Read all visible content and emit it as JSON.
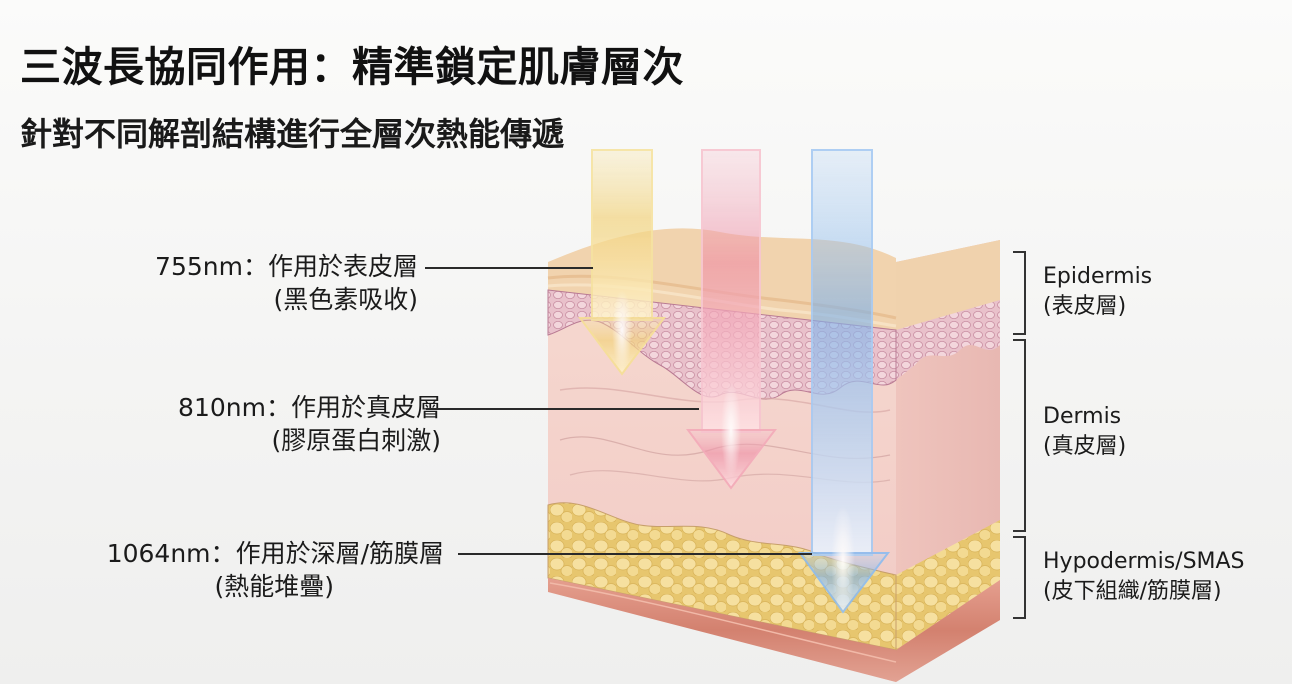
{
  "header": {
    "title": "三波長協同作用：精準鎖定肌膚層次",
    "subtitle": "針對不同解剖結構進行全層次熱能傳遞"
  },
  "wavelengths": [
    {
      "wavelength": "755nm",
      "separator": "：",
      "target": "作用於表皮層",
      "effect": "(黑色素吸收)",
      "color": "#f2d27a",
      "icon": "yellow-laser-arrow"
    },
    {
      "wavelength": "810nm",
      "separator": "：",
      "target": "作用於真皮層",
      "effect": "(膠原蛋白刺激)",
      "color": "#ee8fa6",
      "icon": "pink-laser-arrow"
    },
    {
      "wavelength": "1064nm",
      "separator": "：",
      "target": "作用於深層/筋膜層",
      "effect": "(熱能堆疊)",
      "color": "#7fb2ea",
      "icon": "blue-laser-arrow"
    }
  ],
  "layers": [
    {
      "name": "Epidermis",
      "zh": "(表皮層)"
    },
    {
      "name": "Dermis",
      "zh": "(真皮層)"
    },
    {
      "name": "Hypodermis/SMAS",
      "zh": "(皮下組織/筋膜層)"
    }
  ],
  "colors": {
    "skin_surface": "#f0cfa8",
    "epidermis_cells": "#e0b3c0",
    "dermis": "#f3cfca",
    "fat": "#f1d98a",
    "muscle": "#d98b7c"
  }
}
